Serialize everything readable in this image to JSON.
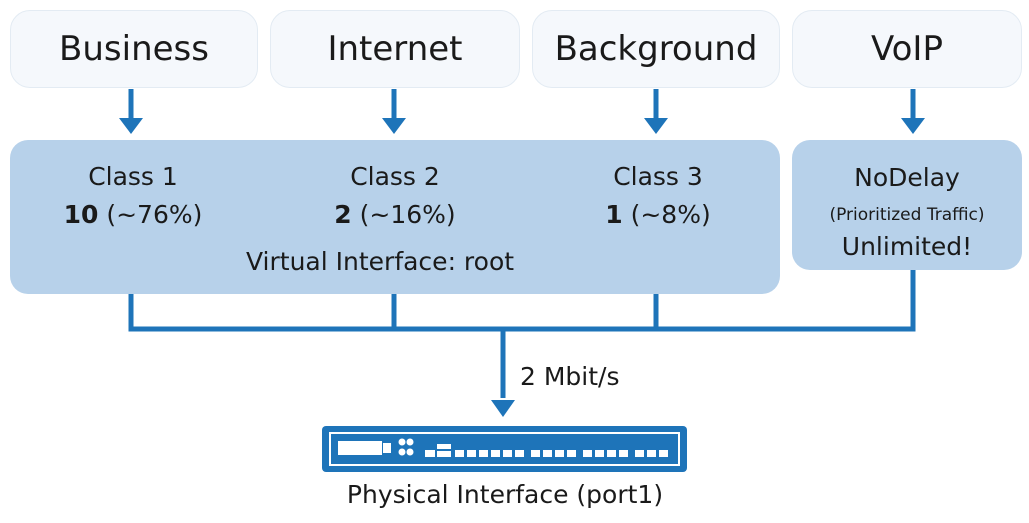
{
  "sources": [
    "Business",
    "Internet",
    "Background",
    "VoIP"
  ],
  "classes": [
    {
      "name": "Class 1",
      "weight": "10",
      "share": "(~76%)"
    },
    {
      "name": "Class 2",
      "weight": "2",
      "share": "(~16%)"
    },
    {
      "name": "Class 3",
      "weight": "1",
      "share": "(~8%)"
    }
  ],
  "virtual_interface": "Virtual Interface: root",
  "nodelay": {
    "title": "NoDelay",
    "subtitle": "(Prioritized Traffic)",
    "limit": "Unlimited!"
  },
  "bandwidth": "2 Mbit/s",
  "physical_interface": "Physical Interface (port1)",
  "colors": {
    "panel": "#b7d1ea",
    "arrow": "#1e74b9",
    "source_box": "#f5f8fc"
  },
  "icons": [
    "arrow-down-icon",
    "network-device-icon"
  ]
}
